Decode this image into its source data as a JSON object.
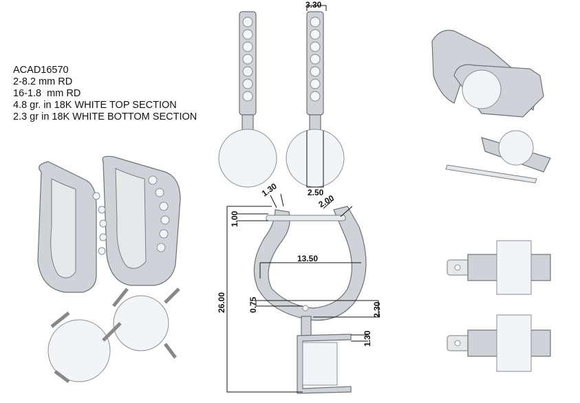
{
  "specs": {
    "model": "ACAD16570",
    "lines": [
      "2-8.2 mm RD",
      "16-1.8  mm RD",
      "4.8 gr. in 18K WHITE TOP SECTION",
      "2.3 gr in 18K WHITE BOTTOM SECTION"
    ]
  },
  "dimensions": {
    "top_width": "3.30",
    "stone_width": "2.50",
    "hoop_thickness": "1.30",
    "hoop_side": "2.00",
    "pin_diameter": "1.00",
    "hoop_inner_width": "13.50",
    "total_length": "26.00",
    "hole_diameter": "0.75",
    "bail_height": "2.30",
    "prong_height": "1.30"
  }
}
